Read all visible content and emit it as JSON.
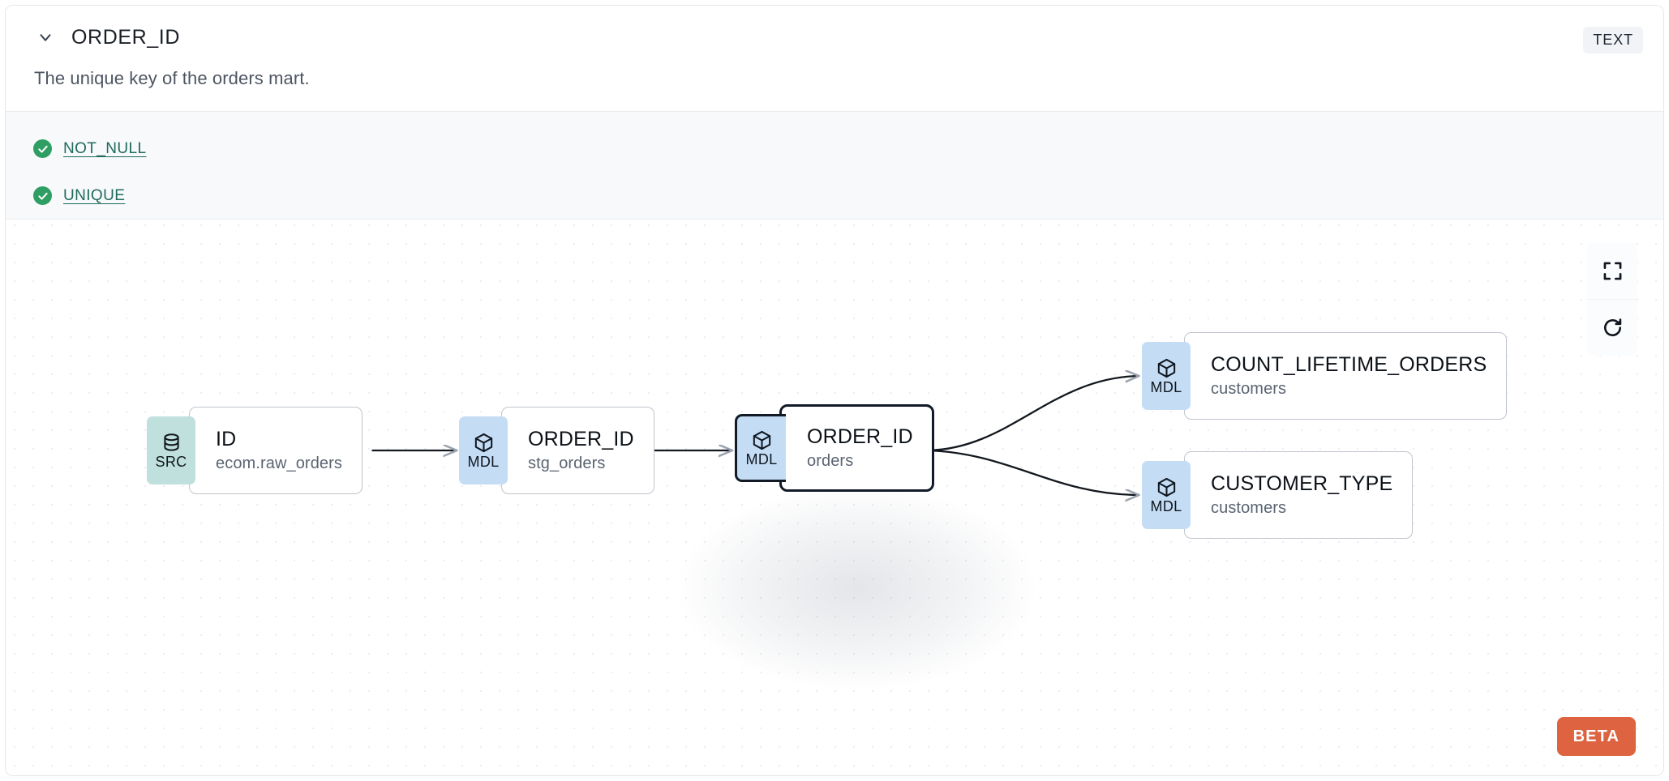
{
  "header": {
    "chevron_icon": "chevron-down-icon",
    "title": "ORDER_ID",
    "description": "The unique key of the orders mart.",
    "type_badge": "TEXT"
  },
  "tests": [
    {
      "icon": "check-circle-icon",
      "label": "NOT_NULL",
      "status": "pass"
    },
    {
      "icon": "check-circle-icon",
      "label": "UNIQUE",
      "status": "pass"
    }
  ],
  "lineage": {
    "nodes": [
      {
        "id": "n1",
        "kind": "SRC",
        "kind_icon": "database-icon",
        "name": "ID",
        "resource": "ecom.raw_orders",
        "selected": false
      },
      {
        "id": "n2",
        "kind": "MDL",
        "kind_icon": "cube-icon",
        "name": "ORDER_ID",
        "resource": "stg_orders",
        "selected": false
      },
      {
        "id": "n3",
        "kind": "MDL",
        "kind_icon": "cube-icon",
        "name": "ORDER_ID",
        "resource": "orders",
        "selected": true
      },
      {
        "id": "n4",
        "kind": "MDL",
        "kind_icon": "cube-icon",
        "name": "COUNT_LIFETIME_ORDERS",
        "resource": "customers",
        "selected": false
      },
      {
        "id": "n5",
        "kind": "MDL",
        "kind_icon": "cube-icon",
        "name": "CUSTOMER_TYPE",
        "resource": "customers",
        "selected": false
      }
    ],
    "edges": [
      {
        "from": "n1",
        "to": "n2",
        "shape": "straight"
      },
      {
        "from": "n2",
        "to": "n3",
        "shape": "straight"
      },
      {
        "from": "n3",
        "to": "n4",
        "shape": "curve"
      },
      {
        "from": "n3",
        "to": "n5",
        "shape": "curve"
      }
    ],
    "controls": [
      {
        "name": "fit-view",
        "icon": "fullscreen-icon"
      },
      {
        "name": "reset-view",
        "icon": "refresh-icon"
      }
    ],
    "beta_label": "BETA"
  },
  "colors": {
    "src_badge": "#bfe0dd",
    "mdl_badge": "#c4ddf5",
    "test_pass": "#2f9e63",
    "test_link": "#1f6a5c",
    "beta": "#dd6341",
    "selected_border": "#121a28"
  }
}
